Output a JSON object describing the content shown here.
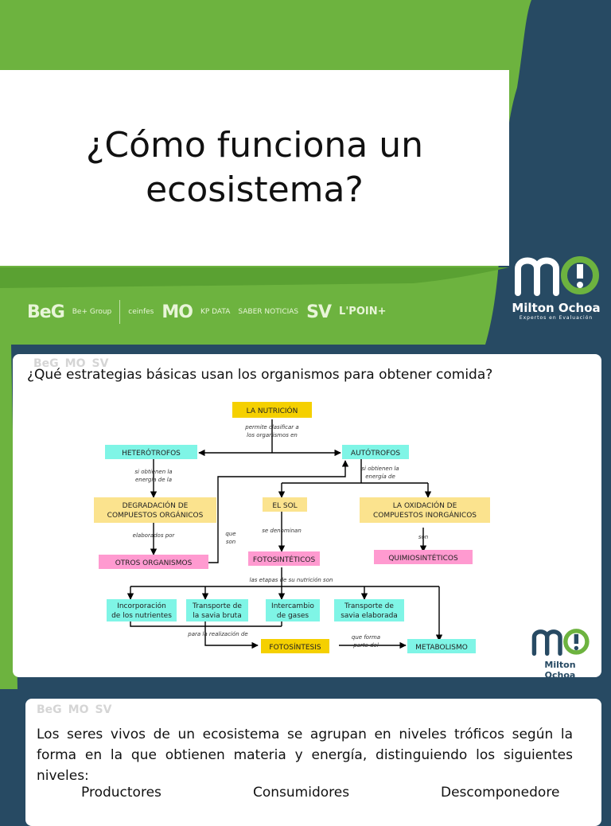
{
  "colors": {
    "green": "#6db33f",
    "navy": "#274a63",
    "white": "#ffffff"
  },
  "slide1": {
    "title_line1": "¿Cómo funciona un",
    "title_line2": "ecosistema?",
    "partner_logos": [
      "BeG",
      "Be+ Group",
      "ceinfes",
      "MO",
      "KP DATA",
      "SABER NOTICIAS",
      "SV",
      "L'POIN+"
    ],
    "brand_name": "Milton Ochoa",
    "brand_tagline": "Expertos en Evaluación"
  },
  "slide2": {
    "question": "¿Qué estrategias básicas usan los organismos para obtener comida?",
    "diagram": {
      "nutricion": "LA NUTRICIÓN",
      "permite": "permite clasificar a los organismos en",
      "heterotrofos": "HETERÓTROFOS",
      "autotrofos": "AUTÓTROFOS",
      "obtienen_h": "si obtienen la energía de la",
      "obtienen_a": "si obtienen la energía de",
      "degradacion": "DEGRADACIÓN DE COMPUESTOS ORGÁNICOS",
      "elsol": "EL SOL",
      "oxidacion": "LA OXIDACIÓN DE COMPUESTOS INORGÁNICOS",
      "elaborados": "elaborados por",
      "queson": "que son",
      "denominan": "se denominan",
      "son": "son",
      "otros": "OTROS ORGANISMOS",
      "fotosinteticos": "FOTOSINTÉTICOS",
      "quimiosinteticos": "QUIMIOSINTÉTICOS",
      "etapas": "las etapas de su nutrición son",
      "incorporacion": "Incorporación de los nutrientes",
      "transporte_bruta": "Transporte de la savia bruta",
      "intercambio": "Intercambio de gases",
      "transporte_elab": "Transporte de savia elaborada",
      "realizacion": "para la realización de",
      "fotosintesis": "FOTOSÍNTESIS",
      "queforma": "que forma parte del",
      "metabolismo": "METABOLISMO"
    },
    "brand_name": "Milton Ochoa"
  },
  "slide3": {
    "paragraph": "Los seres vivos de un ecosistema se agrupan en niveles tróficos según la forma en la que obtienen materia y energía, distinguiendo los siguientes niveles:",
    "levels": [
      "Productores",
      "Consumidores",
      "Descomponedore"
    ]
  }
}
